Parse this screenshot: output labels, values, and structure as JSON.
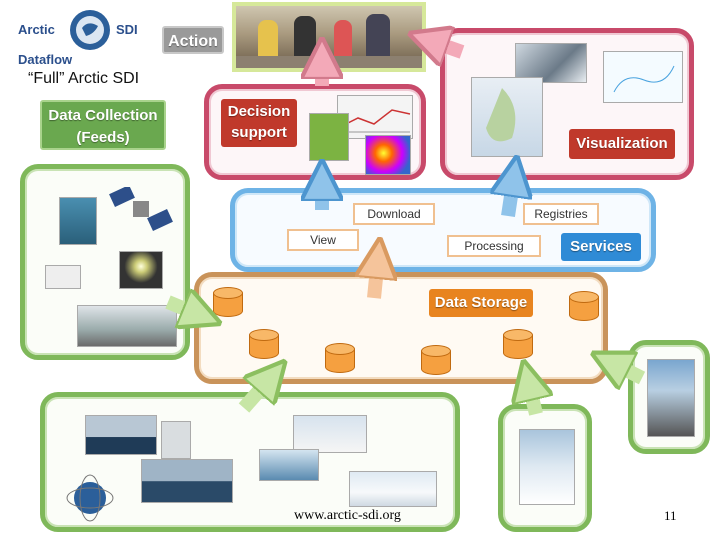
{
  "logo": {
    "word_left": "Arctic",
    "word_right": "SDI",
    "subtitle": "Dataflow"
  },
  "title": "“Full” Arctic SDI",
  "labels": {
    "action": "Action",
    "data_collection": "Data Collection (Feeds)",
    "decision_support": "Decision support",
    "visualization": "Visualization",
    "services": "Services",
    "data_storage": "Data Storage"
  },
  "services_items": {
    "download": "Download",
    "registries": "Registries",
    "view": "View",
    "processing": "Processing"
  },
  "footer": {
    "url": "www.arctic-sdi.org",
    "page": "11"
  },
  "colors": {
    "green": "#7fb85a",
    "red": "#c84a6a",
    "blue": "#6eb3e6",
    "orange": "#c9935a",
    "label_green": "#6aa84f",
    "label_red": "#c0392b",
    "label_blue": "#2f8bd6",
    "label_orange": "#e8841f",
    "label_gray": "#9a9a9a"
  }
}
